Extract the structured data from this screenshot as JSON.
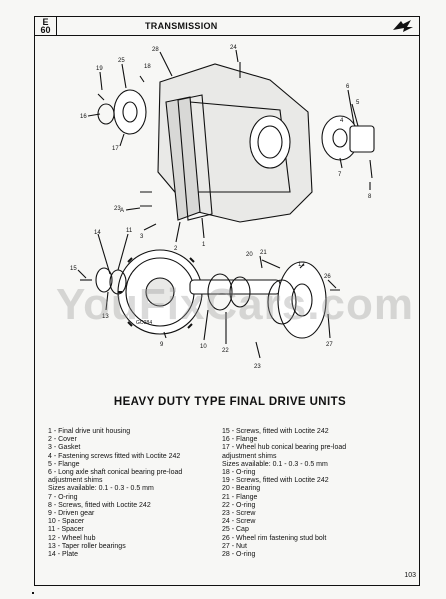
{
  "header": {
    "section_letter": "E",
    "section_number": "60",
    "title": "TRANSMISSION",
    "logo_icon": "brand-logo-icon"
  },
  "diagram": {
    "callouts": [
      "28",
      "24",
      "25",
      "18",
      "19",
      "16",
      "17",
      "6",
      "5",
      "4",
      "7",
      "8",
      "1",
      "2",
      "3",
      "A",
      "23",
      "14",
      "11",
      "15",
      "13",
      "21",
      "12",
      "26",
      "9",
      "10",
      "22",
      "20",
      "27",
      "23"
    ],
    "figure_code": "GO284"
  },
  "watermark": "YouFixCars.com",
  "section_title": "HEAVY  DUTY TYPE FINAL DRIVE UNITS",
  "parts_left": [
    "1 - Final drive unit housing",
    "2 - Cover",
    "3 - Gasket",
    "4 - Fastening screws fitted with Loctite 242",
    "5 - Flange",
    "6 - Long axle shaft conical bearing pre-load",
    "      adjustment shims",
    "      Sizes available: 0.1 - 0.3 - 0.5 mm",
    "7 - O-ring",
    "8 - Screws, fitted with Loctite 242",
    "9 - Driven gear",
    "10 - Spacer",
    "11 - Spacer",
    "12 - Wheel hub",
    "13 - Taper roller bearings",
    "14 - Plate"
  ],
  "parts_right": [
    "15 - Screws, fitted with Loctite 242",
    "16 - Flange",
    "17 - Wheel hub conical bearing pre-load",
    "       adjustment shims",
    "       Sizes available: 0.1 - 0.3 - 0.5  mm",
    "18 - O-ring",
    "19 - Screws, fitted with Loctite 242",
    "20 - Bearing",
    "21 - Flange",
    "22 - O-ring",
    "23 - Screw",
    "24 - Screw",
    "25 - Cap",
    "26 - Wheel rim fastening stud bolt",
    "27 - Nut",
    "28 - O-ring"
  ],
  "page_number": "103"
}
